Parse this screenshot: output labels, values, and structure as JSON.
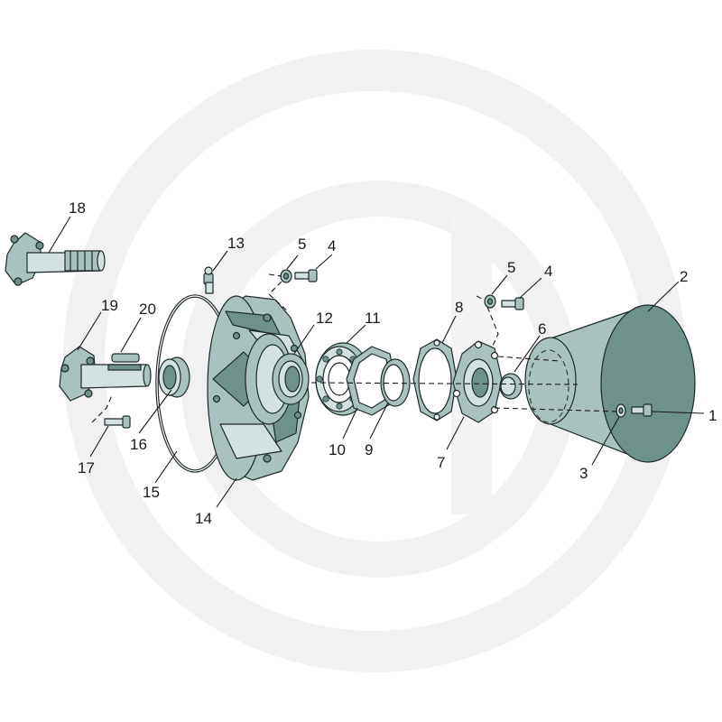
{
  "diagram": {
    "colors": {
      "part_fill": "#a9c2bf",
      "part_dark": "#6f918c",
      "part_light": "#d3e2e0",
      "outline": "#1e2a2a",
      "watermark": "#f1f1f1"
    },
    "callouts": [
      {
        "id": "c1",
        "text": "1"
      },
      {
        "id": "c2",
        "text": "2"
      },
      {
        "id": "c3",
        "text": "3"
      },
      {
        "id": "c4a",
        "text": "4"
      },
      {
        "id": "c4b",
        "text": "4"
      },
      {
        "id": "c5a",
        "text": "5"
      },
      {
        "id": "c5b",
        "text": "5"
      },
      {
        "id": "c6",
        "text": "6"
      },
      {
        "id": "c7",
        "text": "7"
      },
      {
        "id": "c8",
        "text": "8"
      },
      {
        "id": "c9",
        "text": "9"
      },
      {
        "id": "c10",
        "text": "10"
      },
      {
        "id": "c11",
        "text": "11"
      },
      {
        "id": "c12",
        "text": "12"
      },
      {
        "id": "c13",
        "text": "13"
      },
      {
        "id": "c14",
        "text": "14"
      },
      {
        "id": "c15",
        "text": "15"
      },
      {
        "id": "c16",
        "text": "16"
      },
      {
        "id": "c17",
        "text": "17"
      },
      {
        "id": "c18",
        "text": "18"
      },
      {
        "id": "c19",
        "text": "19"
      },
      {
        "id": "c20",
        "text": "20"
      }
    ]
  }
}
